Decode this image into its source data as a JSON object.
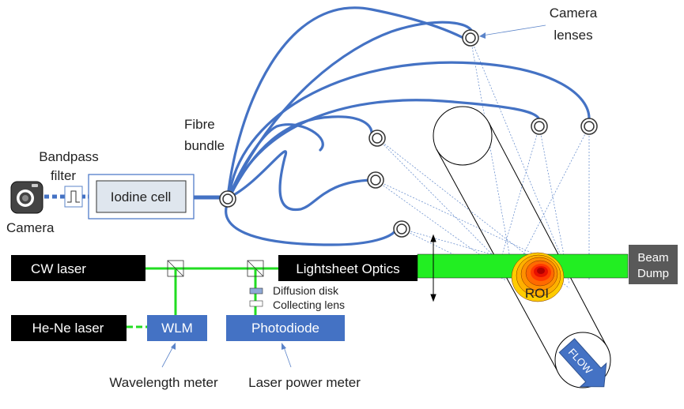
{
  "labels": {
    "camera_lenses_line1": "Camera",
    "camera_lenses_line2": "lenses",
    "fibre_bundle_line1": "Fibre",
    "fibre_bundle_line2": "bundle",
    "bandpass_line1": "Bandpass",
    "bandpass_line2": "filter",
    "iodine_cell": "Iodine cell",
    "camera": "Camera",
    "cw_laser": "CW laser",
    "lightsheet_optics": "Lightsheet Optics",
    "beam_dump_line1": "Beam",
    "beam_dump_line2": "Dump",
    "roi": "ROI",
    "flow": "FLOW",
    "diffusion_disk": "Diffusion disk",
    "collecting_lens": "Collecting lens",
    "he_ne_laser": "He-Ne laser",
    "wlm": "WLM",
    "photodiode": "Photodiode",
    "wavelength_meter": "Wavelength meter",
    "laser_power_meter": "Laser power meter"
  },
  "colors": {
    "fibre": "#4472c4",
    "laser_beam": "#22dd22",
    "lightsheet": "#22ee22",
    "black_box": "#000000",
    "instrument_box": "#4472c4",
    "beam_dump": "#595959",
    "flow_arrow": "#4472c4"
  },
  "icons": [
    "camera-icon",
    "bandpass-filter-icon",
    "beam-splitter-icon",
    "lens-icon",
    "flow-arrow-icon"
  ]
}
